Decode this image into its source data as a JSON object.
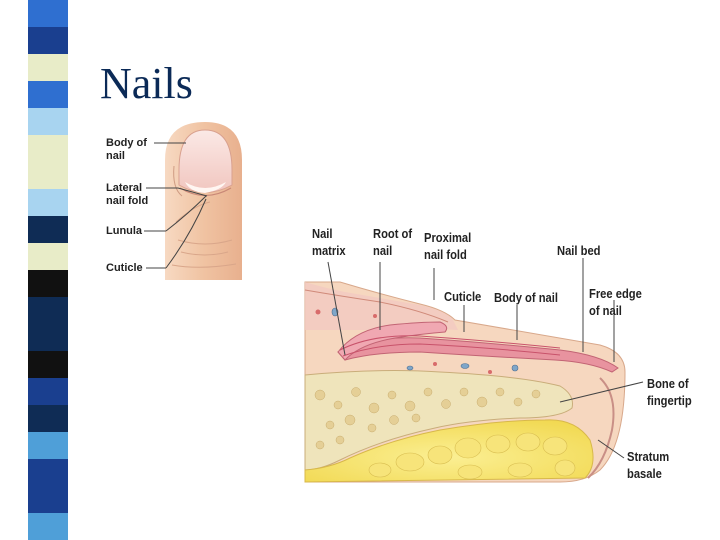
{
  "slide": {
    "title": "Nails",
    "strip_colors": [
      "#2f6fd0",
      "#e8ecc8",
      "#0f2c55",
      "#1a3f8f",
      "#a8d4f0",
      "#111111",
      "#4f9fd8",
      "#e8ecc8",
      "#0f2c55",
      "#1a3f8f"
    ]
  },
  "finger_diagram": {
    "labels": {
      "body_of_nail": "Body of\nnail",
      "lateral_nail_fold": "Lateral\nnail fold",
      "lunula": "Lunula",
      "cuticle": "Cuticle"
    }
  },
  "section_diagram": {
    "labels": {
      "nail_matrix": "Nail\nmatrix",
      "root_of_nail": "Root of\nnail",
      "proximal_nail_fold": "Proximal\nnail fold",
      "nail_bed": "Nail bed",
      "cuticle": "Cuticle",
      "body_of_nail": "Body of nail",
      "free_edge_of_nail": "Free edge\nof nail",
      "bone_of_fingertip": "Bone of\nfingertip",
      "stratum_basale": "Stratum\nbasale"
    }
  },
  "colors": {
    "title": "#0b2a57",
    "skin": "#f2c6a6",
    "nail_pink": "#e38f9c",
    "bone": "#efe3b0",
    "marrow": "#f4e06a"
  }
}
